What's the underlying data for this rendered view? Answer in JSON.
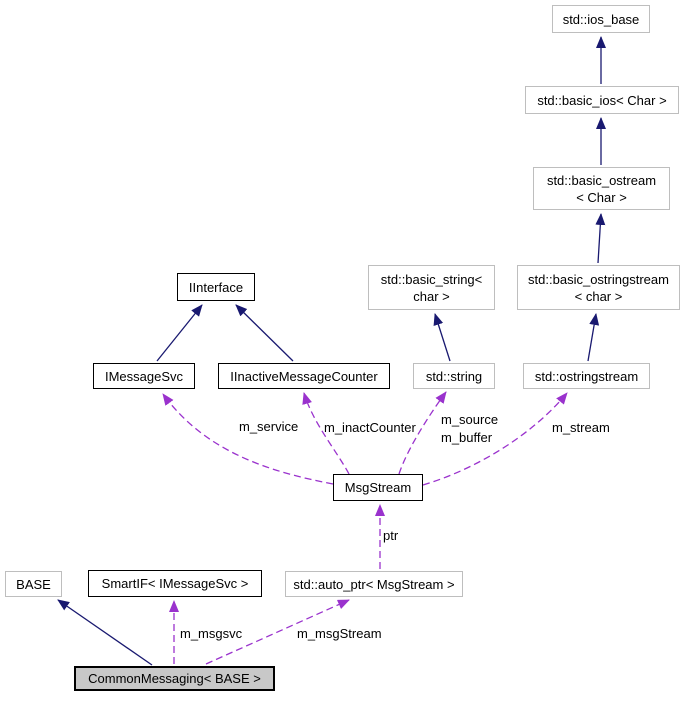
{
  "diagram": {
    "kind": "class-collaboration-graph",
    "nodes": {
      "ios_base": {
        "lines": [
          "std::ios_base"
        ]
      },
      "basic_ios": {
        "lines": [
          "std::basic_ios< Char >"
        ]
      },
      "basic_ostream": {
        "lines": [
          "std::basic_ostream",
          "< Char >"
        ]
      },
      "basic_string": {
        "lines": [
          "std::basic_string<",
          "char >"
        ]
      },
      "basic_ostringstream": {
        "lines": [
          "std::basic_ostringstream",
          "< char >"
        ]
      },
      "iinterface": {
        "lines": [
          "IInterface"
        ]
      },
      "imessagesvc": {
        "lines": [
          "IMessageSvc"
        ]
      },
      "iinactivemessagecounter": {
        "lines": [
          "IInactiveMessageCounter"
        ]
      },
      "stdstring": {
        "lines": [
          "std::string"
        ]
      },
      "ostringstream": {
        "lines": [
          "std::ostringstream"
        ]
      },
      "msgstream": {
        "lines": [
          "MsgStream"
        ]
      },
      "base": {
        "lines": [
          "BASE"
        ]
      },
      "smartif": {
        "lines": [
          "SmartIF< IMessageSvc >"
        ]
      },
      "auto_ptr": {
        "lines": [
          "std::auto_ptr< MsgStream >"
        ]
      },
      "commonmessaging": {
        "lines": [
          "CommonMessaging< BASE >"
        ]
      }
    },
    "edge_labels": {
      "m_service": "m_service",
      "m_inactCounter": "m_inactCounter",
      "m_source": "m_source",
      "m_buffer": "m_buffer",
      "m_stream": "m_stream",
      "ptr": "ptr",
      "m_msgsvc": "m_msgsvc",
      "m_msgStream": "m_msgStream"
    },
    "colors": {
      "inheritance_edge": "#191970",
      "usage_edge": "#9a32cd",
      "documented_border": "#000000",
      "external_border": "#bebebe",
      "current_node_fill": "#c8c8c8"
    }
  }
}
